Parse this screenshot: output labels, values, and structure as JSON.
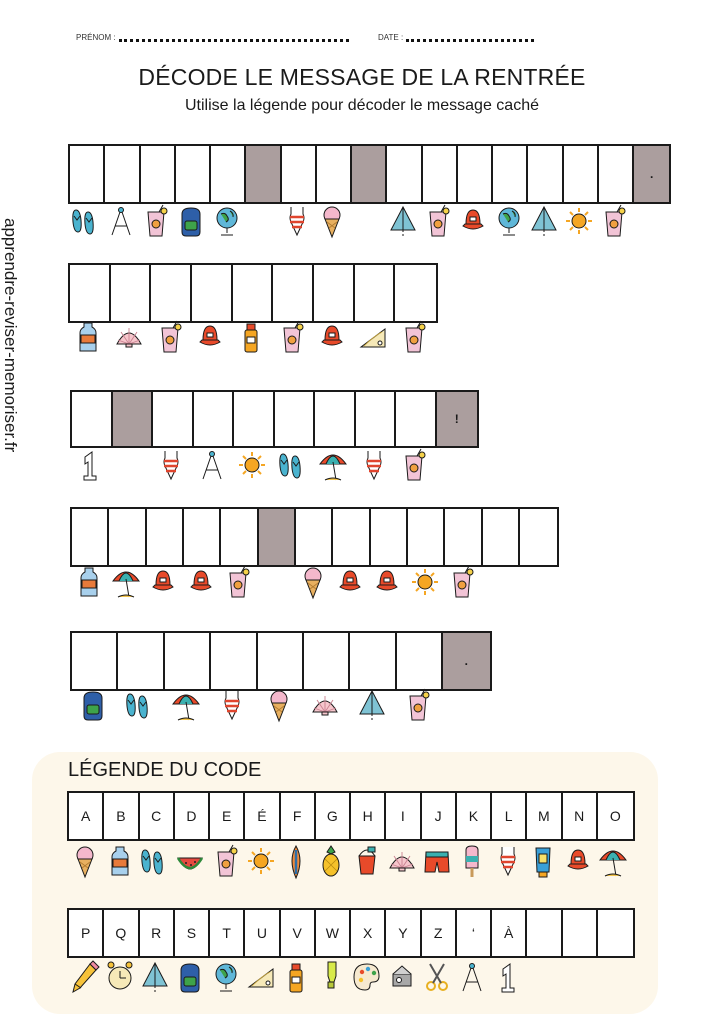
{
  "header": {
    "prenom_label": "PRÉNOM :",
    "date_label": "DATE :"
  },
  "title": "DÉCODE LE MESSAGE DE LA RENTRÉE",
  "subtitle": "Utilise la légende pour décoder le message caché",
  "side_text": "apprendre-reviser-memoriser.fr",
  "rows": [
    {
      "cells": [
        "",
        "",
        "",
        "",
        "",
        "#",
        "",
        "",
        "#",
        "",
        "",
        "",
        "",
        "",
        "",
        "",
        ".."
      ],
      "icons": [
        "flipflops",
        "compass",
        "drink",
        "backpack",
        "globe",
        "",
        "swimsuit",
        "icecream",
        "",
        "tent",
        "drink",
        "hat",
        "globe",
        "tent",
        "sun",
        "drink",
        ""
      ]
    },
    {
      "cells": [
        "",
        "",
        "",
        "",
        "",
        "",
        "",
        "",
        ""
      ],
      "icons": [
        "bottle",
        "shell",
        "drink",
        "hat",
        "glue",
        "drink",
        "hat",
        "protractor",
        "drink"
      ]
    },
    {
      "cells": [
        "",
        "#",
        "",
        "",
        "",
        "",
        "",
        "",
        "",
        "!"
      ],
      "icons": [
        "one",
        "",
        "swimsuit",
        "compass",
        "sun",
        "flipflops",
        "umbrella",
        "swimsuit",
        "drink",
        ""
      ]
    },
    {
      "cells": [
        "",
        "",
        "",
        "",
        "",
        "#",
        "",
        "",
        "",
        "",
        "",
        "",
        ""
      ],
      "icons": [
        "bottle",
        "umbrella",
        "hat",
        "hat",
        "drink",
        "",
        "icecream",
        "hat",
        "hat",
        "sun",
        "drink",
        "",
        ""
      ]
    },
    {
      "cells": [
        "",
        "",
        "",
        "",
        "",
        "",
        "",
        "",
        "."
      ],
      "icons": [
        "backpack",
        "flipflops",
        "umbrella",
        "swimsuit",
        "icecream",
        "shell",
        "tent",
        "drink",
        ""
      ]
    }
  ],
  "legend": {
    "title": "LÉGENDE DU CODE",
    "row1": {
      "letters": [
        "A",
        "B",
        "C",
        "D",
        "E",
        "É",
        "F",
        "G",
        "H",
        "I",
        "J",
        "K",
        "L",
        "M",
        "N",
        "O"
      ],
      "icons": [
        "icecream",
        "bottle",
        "flipflops",
        "watermelon",
        "drink",
        "sun",
        "surfboard",
        "pineapple",
        "bucket",
        "shell",
        "shorts",
        "popsicle",
        "swimsuit",
        "sunscreen",
        "hat",
        "umbrella"
      ]
    },
    "row2": {
      "letters": [
        "P",
        "Q",
        "R",
        "S",
        "T",
        "U",
        "V",
        "W",
        "X",
        "Y",
        "Z",
        "‘",
        "À",
        "",
        "",
        ""
      ],
      "icons": [
        "pencil",
        "clock",
        "tent",
        "backpack",
        "globe",
        "protractor",
        "glue",
        "highlighter",
        "palette",
        "sharpener",
        "scissors",
        "compass",
        "one",
        "",
        "",
        ""
      ]
    }
  },
  "colors": {
    "blocked_cell": "#ab9e9e",
    "legend_bg": "#fdf7ea"
  }
}
